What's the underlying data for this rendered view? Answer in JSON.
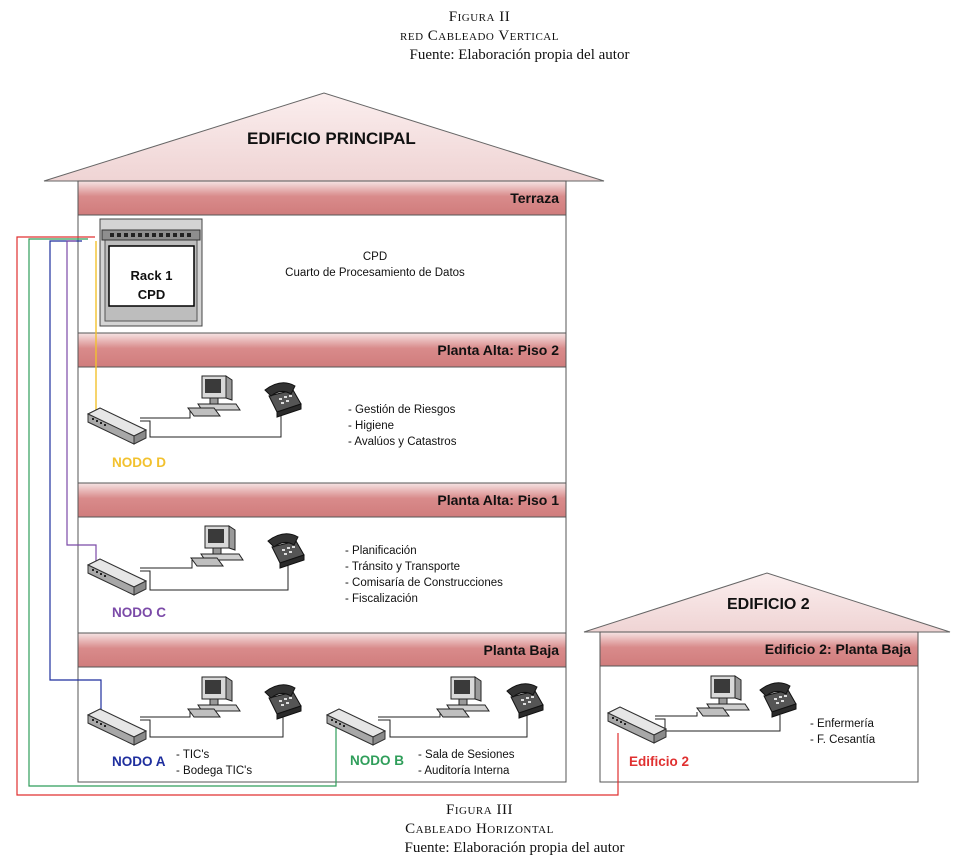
{
  "fig2": {
    "number": "Figura II",
    "title": "red Cableado Vertical",
    "source": "Fuente: Elaboración propia del autor"
  },
  "fig3": {
    "number": "Figura III",
    "title": "Cableado Horizontal",
    "source": "Fuente: Elaboración propia del autor"
  },
  "main_building": {
    "name": "EDIFICIO PRINCIPAL",
    "floors": {
      "terraza": "Terraza",
      "piso2": "Planta Alta: Piso 2",
      "piso1": "Planta Alta: Piso 1",
      "baja": "Planta Baja"
    },
    "rack": {
      "line1": "Rack 1",
      "line2": "CPD"
    },
    "cpd": {
      "line1": "CPD",
      "line2": "Cuarto de Procesamiento de Datos"
    },
    "piso2_depts": [
      "- Gestión de Riesgos",
      "- Higiene",
      "- Avalúos y Catastros"
    ],
    "piso1_depts": [
      "- Planificación",
      "- Tránsito y Transporte",
      "- Comisaría de Construcciones",
      "- Fiscalización"
    ],
    "nodes": {
      "d": {
        "label": "NODO D",
        "color": "#f2c12e"
      },
      "c": {
        "label": "NODO C",
        "color": "#7b4aa8"
      },
      "a": {
        "label": "NODO A",
        "color": "#1f2f9e"
      },
      "b": {
        "label": "NODO B",
        "color": "#2f9e5a"
      }
    },
    "nodo_a_depts": [
      "- TIC's",
      "- Bodega TIC's"
    ],
    "nodo_b_depts": [
      "- Sala de Sesiones",
      "- Auditoría Interna"
    ]
  },
  "building2": {
    "name": "EDIFICIO 2",
    "floor": "Edificio 2: Planta Baja",
    "node": {
      "label": "Edificio 2",
      "color": "#e03030"
    },
    "depts": [
      "- Enfermería",
      "- F. Cesantía"
    ]
  },
  "colors": {
    "floor_band": "#d88a8a",
    "roof": "#f3dede",
    "red_cable": "#e03030"
  }
}
